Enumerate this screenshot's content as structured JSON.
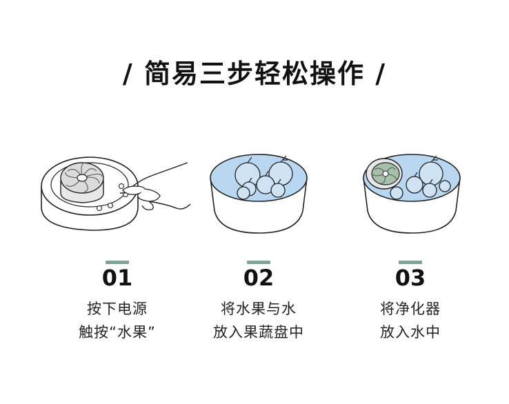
{
  "title": "/ 简易三步轻松操作 /",
  "colors": {
    "accent": "#7ea395",
    "water": "#b9d7f0",
    "stroke": "#1f1f1f"
  },
  "steps": [
    {
      "number": "01",
      "line1": "按下电源",
      "line2": "触按“水果”",
      "illustration": "device-button-press"
    },
    {
      "number": "02",
      "line1": "将水果与水",
      "line2": "放入果蔬盘中",
      "illustration": "bowl-with-fruit"
    },
    {
      "number": "03",
      "line1": "将净化器",
      "line2": "放入水中",
      "illustration": "bowl-with-purifier"
    }
  ]
}
